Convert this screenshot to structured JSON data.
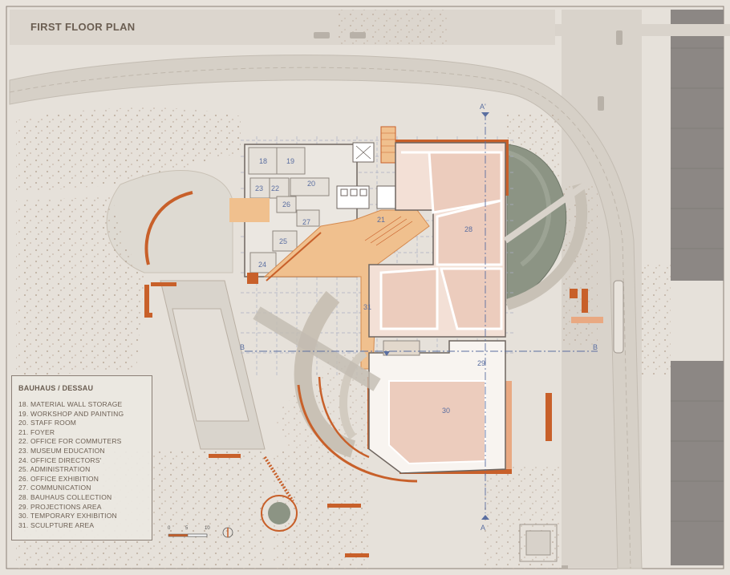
{
  "title": "FIRST FLOOR PLAN",
  "legend": {
    "heading": "BAUHAUS / DESSAU",
    "items": [
      "18. MATERIAL WALL STORAGE",
      "19. WORKSHOP AND PAINTING",
      "20. STAFF ROOM",
      "21. FOYER",
      "22. OFFICE FOR COMMUTERS",
      "23. MUSEUM EDUCATION",
      "24. OFFICE DIRECTORS'",
      "25. ADMINISTRATION",
      "26. OFFICE EXHIBITION",
      "27. COMMUNICATION",
      "28. BAUHAUS COLLECTION",
      "29. PROJECTIONS AREA",
      "30. TEMPORARY EXHIBITION",
      "31. SCULPTURE AREA"
    ]
  },
  "room_numbers": {
    "r18": "18",
    "r19": "19",
    "r20": "20",
    "r21": "21",
    "r22": "22",
    "r23": "23",
    "r24": "24",
    "r25": "25",
    "r26": "26",
    "r27": "27",
    "r28": "28",
    "r29": "29",
    "r30": "30",
    "r31": "31"
  },
  "section_markers": {
    "a_top": "A'",
    "a_bottom": "A",
    "b_left": "B",
    "b_right": "B"
  },
  "scale_bar": {
    "labels": [
      "0",
      "5",
      "10"
    ]
  },
  "colors": {
    "background": "#e8e3dc",
    "accent": "#c8602a",
    "gallery_fill": "#ecccbd",
    "foyer_fill": "#f0c08e",
    "green_roof": "#8c9484",
    "road": "#d8d2ca",
    "text": "#6b5e52",
    "room_label": "#5a6ea0"
  }
}
